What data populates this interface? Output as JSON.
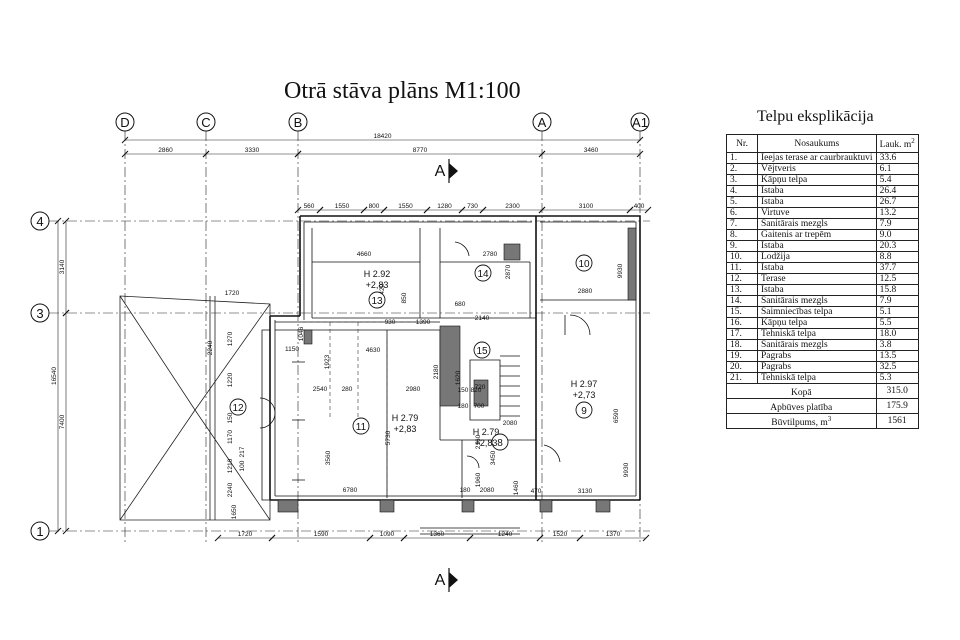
{
  "plan_title": "Otrā stāva plāns  M1:100",
  "table": {
    "title": "Telpu eksplikācija",
    "headers": {
      "nr": "Nr.",
      "name": "Nosaukums",
      "area": "Lauk. m",
      "area_sup": "2"
    },
    "rows": [
      {
        "nr": "1.",
        "name": "Ieejas terase ar caurbrauktuvi",
        "area": "33.6"
      },
      {
        "nr": "2.",
        "name": "Vējtveris",
        "area": "6.1"
      },
      {
        "nr": "3.",
        "name": "Kāpņu telpa",
        "area": "5.4"
      },
      {
        "nr": "4.",
        "name": "Istaba",
        "area": "26.4"
      },
      {
        "nr": "5.",
        "name": "Istaba",
        "area": "26.7"
      },
      {
        "nr": "6.",
        "name": "Virtuve",
        "area": "13.2"
      },
      {
        "nr": "7.",
        "name": "Sanitārais mezgls",
        "area": "7.9"
      },
      {
        "nr": "8.",
        "name": "Gaitenis ar trepēm",
        "area": "9.0"
      },
      {
        "nr": "9.",
        "name": "Istaba",
        "area": "20.3"
      },
      {
        "nr": "10.",
        "name": "Lodžija",
        "area": "8.8"
      },
      {
        "nr": "11.",
        "name": "Istaba",
        "area": "37.7"
      },
      {
        "nr": "12.",
        "name": "Terase",
        "area": "12.5"
      },
      {
        "nr": "13.",
        "name": "Istaba",
        "area": "15.8"
      },
      {
        "nr": "14.",
        "name": "Sanitārais mezgls",
        "area": "7.9"
      },
      {
        "nr": "15.",
        "name": "Saimniecības telpa",
        "area": "5.1"
      },
      {
        "nr": "16.",
        "name": "Kāpņu telpa",
        "area": "5.5"
      },
      {
        "nr": "17.",
        "name": "Tehniskā telpa",
        "area": "18.0"
      },
      {
        "nr": "18.",
        "name": "Sanitārais mezgls",
        "area": "3.8"
      },
      {
        "nr": "19.",
        "name": "Pagrabs",
        "area": "13.5"
      },
      {
        "nr": "20.",
        "name": "Pagrabs",
        "area": "32.5"
      },
      {
        "nr": "21.",
        "name": "Tehniskā telpa",
        "area": "5.3"
      }
    ],
    "totals": [
      {
        "label": "Kopā",
        "value": "315.0",
        "unit": ""
      },
      {
        "label": "Apbūves platība",
        "value": "175.9",
        "unit": ""
      },
      {
        "label": "Būvtilpums, m",
        "value": "1561",
        "unit": "3"
      }
    ]
  },
  "axes": {
    "columns": [
      "D",
      "C",
      "B",
      "A",
      "A1"
    ],
    "rows": [
      "4",
      "3",
      "1"
    ],
    "overall_width": "18420",
    "top_spans": [
      "2860",
      "3330",
      "8770",
      "3460"
    ]
  },
  "section_mark": "A",
  "dimensions": {
    "top_chain": [
      "560",
      "1550",
      "800",
      "1550",
      "1280",
      "730",
      "2300",
      "3100",
      "400"
    ],
    "bottom_chain": [
      "1720",
      "1590",
      "1090",
      "1360",
      "1240",
      "1520",
      "1370"
    ],
    "left_chain": [
      "3140",
      "16540",
      "7400"
    ],
    "interior": [
      "4660",
      "2780",
      "3420",
      "850",
      "680",
      "2870",
      "2880",
      "9930",
      "2140",
      "1720",
      "2240",
      "1270",
      "1150",
      "1046",
      "930",
      "1390",
      "4630",
      "1923",
      "2540",
      "280",
      "2980",
      "2180",
      "1620",
      "720",
      "150",
      "820",
      "180",
      "700",
      "2080",
      "3560",
      "5730",
      "2160",
      "3450",
      "1960",
      "2080",
      "1460",
      "470",
      "3130",
      "6780",
      "180",
      "6590",
      "9930",
      "1650",
      "2240",
      "1210",
      "1170",
      "1220",
      "150",
      "217",
      "100"
    ]
  },
  "rooms": [
    {
      "id": "13",
      "h1": "H 2.92",
      "h2": "+2,83"
    },
    {
      "id": "14"
    },
    {
      "id": "10"
    },
    {
      "id": "15"
    },
    {
      "id": "12"
    },
    {
      "id": "11",
      "h1": "H 2.79",
      "h2": "+2,83"
    },
    {
      "id": "8",
      "h1": "H 2.79",
      "h2": "+2,83"
    },
    {
      "id": "9",
      "h1": "H 2.97",
      "h2": "+2,73"
    }
  ]
}
